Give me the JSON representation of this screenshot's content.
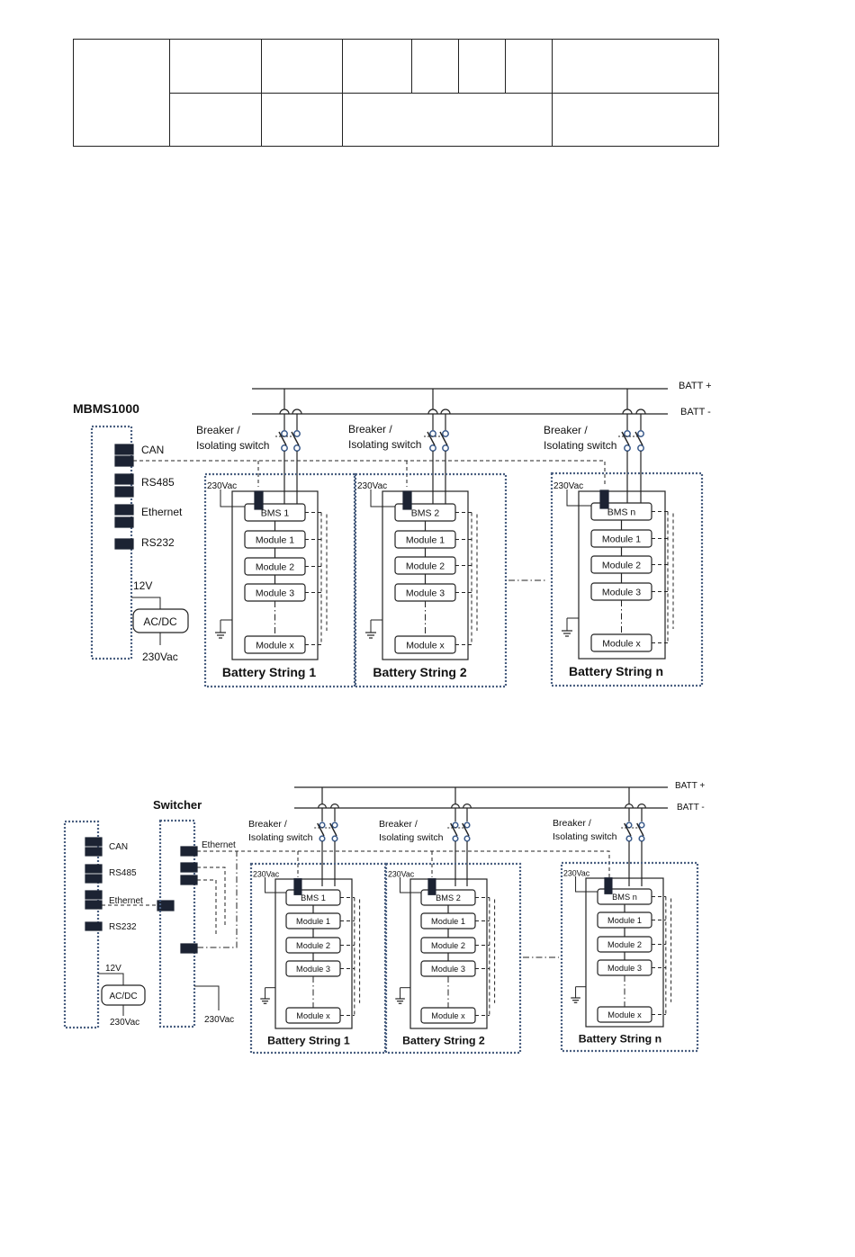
{
  "header_table": {
    "rows": [
      [
        "",
        "",
        "",
        "",
        "",
        "",
        "",
        ""
      ],
      [
        "",
        "",
        "",
        "",
        ""
      ]
    ]
  },
  "diagram1": {
    "title": "MBMS1000",
    "ports": [
      "CAN",
      "RS485",
      "Ethernet",
      "RS232"
    ],
    "psu_label": "AC/DC",
    "psu_input": "230Vac",
    "psu_output": "12V",
    "bus_pos": "BATT +",
    "bus_neg": "BATT -",
    "breaker_line1": "Breaker /",
    "breaker_line2": "Isolating switch",
    "ac_label": "230Vac",
    "strings": [
      {
        "name": "Battery String 1",
        "bms": "BMS 1"
      },
      {
        "name": "Battery String 2",
        "bms": "BMS 2"
      },
      {
        "name": "Battery String n",
        "bms": "BMS n"
      }
    ],
    "modules": [
      "Module 1",
      "Module 2",
      "Module 3",
      "Module x"
    ]
  },
  "diagram2": {
    "switcher_title": "Switcher",
    "ports": [
      "CAN",
      "RS485",
      "Ethernet",
      "RS232"
    ],
    "switch_port_label": "Ethernet",
    "psu_label": "AC/DC",
    "psu_input": "230Vac",
    "psu_output": "12V",
    "switcher_input": "230Vac",
    "bus_pos": "BATT +",
    "bus_neg": "BATT -",
    "breaker_line1": "Breaker /",
    "breaker_line2": "Isolating switch",
    "ac_label": "230Vac",
    "strings": [
      {
        "name": "Battery String 1",
        "bms": "BMS 1"
      },
      {
        "name": "Battery String 2",
        "bms": "BMS 2"
      },
      {
        "name": "Battery String n",
        "bms": "BMS n"
      }
    ],
    "modules": [
      "Module 1",
      "Module 2",
      "Module 3",
      "Module x"
    ]
  }
}
